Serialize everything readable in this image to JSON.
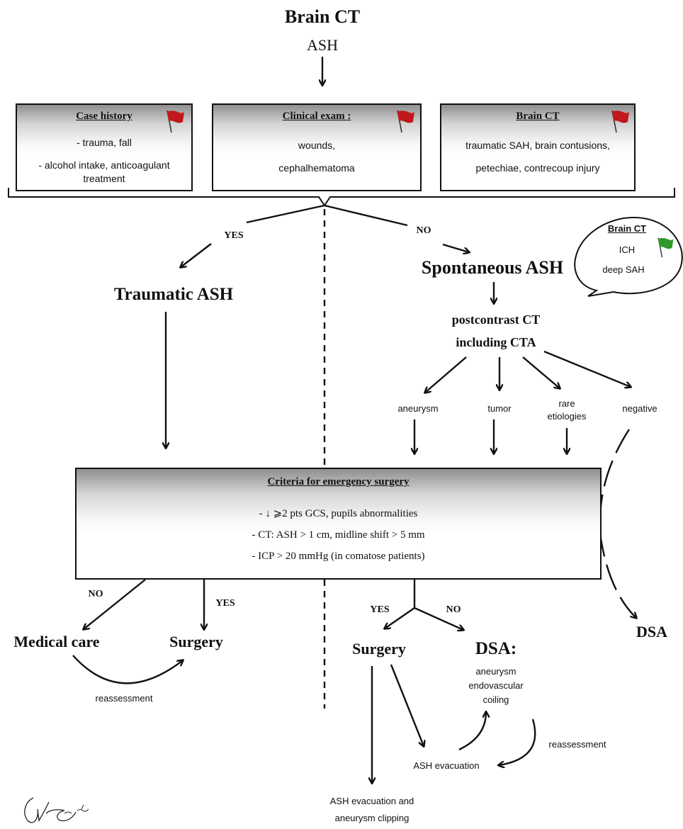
{
  "top": {
    "title": "Brain CT",
    "subtitle": "ASH"
  },
  "boxes": {
    "case_history": {
      "header": "Case history",
      "lines": [
        "- trauma, fall",
        "- alcohol intake, anticoagulant",
        "treatment"
      ]
    },
    "clinical_exam": {
      "header": "Clinical exam :",
      "lines": [
        "wounds,",
        "cephalhematoma"
      ]
    },
    "brain_ct": {
      "header": "Brain CT",
      "lines": [
        "traumatic SAH, brain contusions,",
        "petechiae, contrecoup injury"
      ]
    }
  },
  "branch": {
    "yes": "YES",
    "no": "NO"
  },
  "traumatic": "Traumatic ASH",
  "spontaneous": "Spontaneous ASH",
  "bubble": {
    "header": "Brain CT",
    "lines": [
      "ICH",
      "deep SAH"
    ]
  },
  "postcontrast": [
    "postcontrast CT",
    "including CTA"
  ],
  "outcomes": {
    "aneurysm": "aneurysm",
    "tumor": "tumor",
    "rare": [
      "rare",
      "etiologies"
    ],
    "negative": "negative"
  },
  "criteria": {
    "header": "Criteria for emergency surgery",
    "lines": [
      "- ↓ ⩾2 pts GCS, pupils abnormalities",
      "- CT: ASH > 1 cm, midline shift > 5 mm",
      "- ICP > 20 mmHg  (in comatose patients)"
    ]
  },
  "left": {
    "no": "NO",
    "yes": "YES",
    "medical_care": "Medical care",
    "surgery": "Surgery",
    "reassessment": "reassessment"
  },
  "right": {
    "yes": "YES",
    "no": "NO",
    "surgery": "Surgery",
    "dsa": "DSA:",
    "dsa_lines": [
      "aneurysm",
      "endovascular",
      "coiling"
    ],
    "reassessment": "reassessment",
    "ash_evacuation": "ASH evacuation",
    "evac_clipping": [
      "ASH evacuation and",
      "aneurysm clipping"
    ]
  },
  "far_right_dsa": "DSA",
  "colors": {
    "red_flag": "#c0181c",
    "green_flag": "#2f9a2c",
    "box_gradient_top": "#8f8f8f",
    "line": "#111111"
  }
}
